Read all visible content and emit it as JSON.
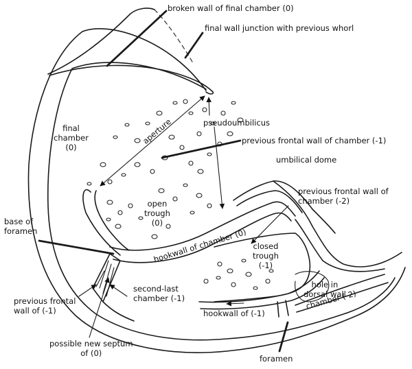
{
  "labels": {
    "broken_wall": "broken wall of final chamber (0)",
    "final_wall_junction": "final wall junction with previous whorl",
    "final_chamber_l1": "final",
    "final_chamber_l2": "chamber",
    "final_chamber_l3": "(0)",
    "pseudoumbilicus": "pseudoumbilicus",
    "aperture": "aperture",
    "prev_frontal_wall_minus1": "previous frontal wall of chamber (-1)",
    "umbilical_dome": "umbilical dome",
    "prev_frontal_wall_minus2_l1": "previous frontal wall of",
    "prev_frontal_wall_minus2_l2": "chamber (-2)",
    "open_trough_l1": "open",
    "open_trough_l2": "trough",
    "open_trough_l3": "(0)",
    "hookwall_chamber0": "hookwall of chamber (0)",
    "base_of_foramen_l1": "base of",
    "base_of_foramen_l2": "foramen",
    "closed_trough_l1": "closed",
    "closed_trough_l2": "trough",
    "closed_trough_l3": "(-1)",
    "second_last_l1": "second-last",
    "second_last_l2": "chamber (-1)",
    "hole_dorsal_l1": "hole in",
    "hole_dorsal_l2": "dorsal wall",
    "prev_frontal_wall_of_l1": "previous frontal",
    "prev_frontal_wall_of_l2": "wall of (-1)",
    "hookwall_minus1": "hookwall of (-1)",
    "chamber_minus2": "chamber (-2)",
    "possible_septum_l1": "possible new septum",
    "possible_septum_l2": "of (0)",
    "foramen": "foramen"
  }
}
